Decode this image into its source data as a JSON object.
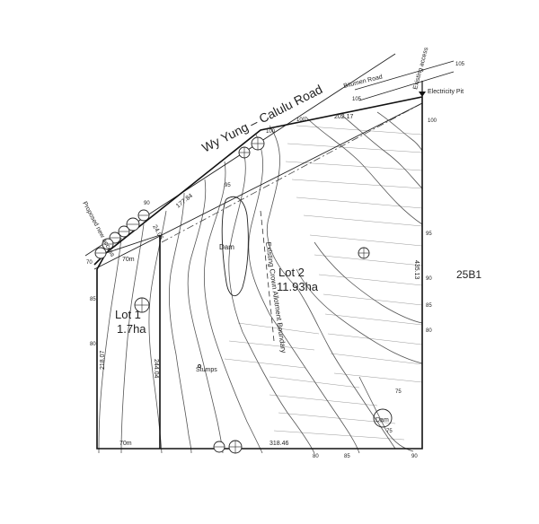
{
  "road": {
    "name": "Wy Yung – Calulu Road",
    "side_road": "Bitumen Road",
    "existing_access": "Existing access",
    "electricity": "Electricity Pit"
  },
  "access": {
    "proposed": "Proposed new access"
  },
  "lots": [
    {
      "name": "Lot 1",
      "area": "1.7ha"
    },
    {
      "name": "Lot 2",
      "area": "11.93ha"
    }
  ],
  "neighbour": {
    "id": "25B1"
  },
  "features": {
    "dam_label": "Dam",
    "stumps_label": "Stumps",
    "boundary_label": "Existing Crown Allotment Boundary"
  },
  "dimensions": {
    "road_frontage_a": "202.17",
    "road_frontage_b": "177.84",
    "splay": "24.06",
    "lot1_front": "70m",
    "east_side": "435.13",
    "lot1_west": "218.07",
    "internal": "244.04",
    "south_a": "70m",
    "south_b": "318.46"
  },
  "contour_labels": [
    "105",
    "105",
    "100",
    "100",
    "100",
    "95",
    "95",
    "90",
    "90",
    "85",
    "85",
    "80",
    "80",
    "75",
    "75",
    "70",
    "80",
    "85",
    "90"
  ]
}
